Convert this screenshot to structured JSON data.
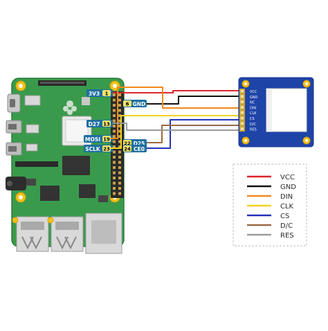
{
  "board": {
    "pins": [
      {
        "label": "3V3",
        "num": "1"
      },
      {
        "label": "GND",
        "num": "6"
      },
      {
        "label": "D27",
        "num": "13"
      },
      {
        "label": "MOSI",
        "num": "19"
      },
      {
        "label": "SCLK",
        "num": "23"
      },
      {
        "label": "D25",
        "num": "22"
      },
      {
        "label": "CE0",
        "num": "24"
      }
    ]
  },
  "display": {
    "pins": [
      "VCC",
      "GND",
      "NC",
      "DIN",
      "CLK",
      "CS",
      "D/C",
      "RES"
    ]
  },
  "legend": {
    "items": [
      {
        "label": "VCC",
        "color": "#e0252b"
      },
      {
        "label": "GND",
        "color": "#111111"
      },
      {
        "label": "DIN",
        "color": "#f08a1c"
      },
      {
        "label": "CLK",
        "color": "#f4d31f"
      },
      {
        "label": "CS",
        "color": "#2233b8"
      },
      {
        "label": "D/C",
        "color": "#9b6a44"
      },
      {
        "label": "RES",
        "color": "#9a9a9a"
      }
    ]
  }
}
